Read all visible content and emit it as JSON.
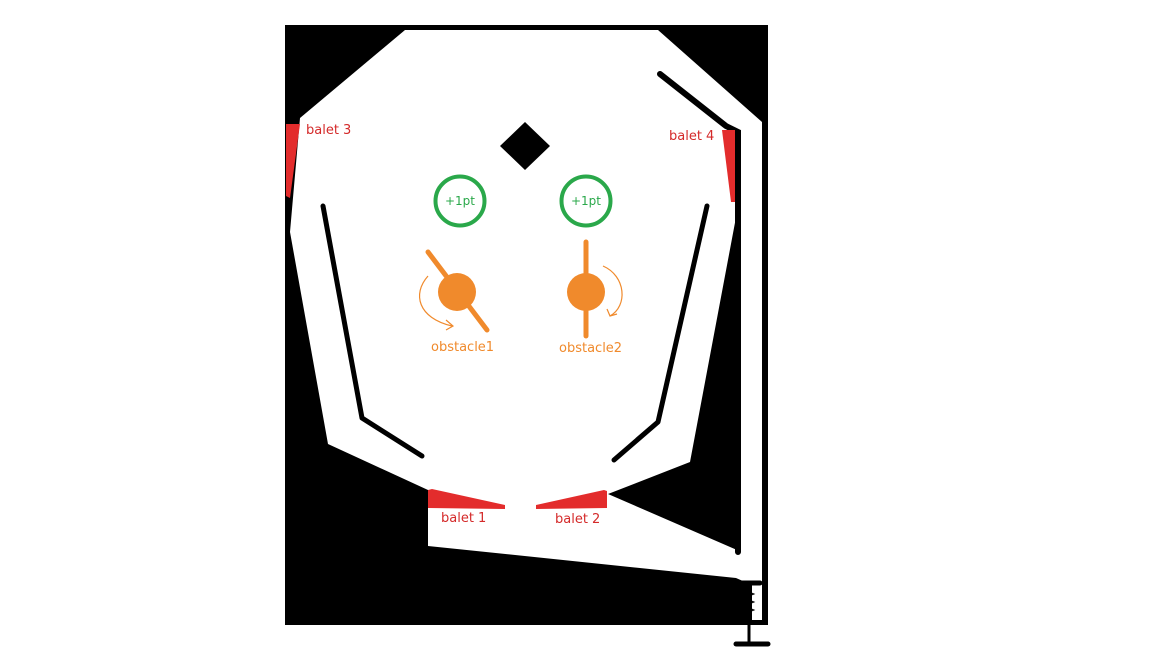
{
  "colors": {
    "board": "#000000",
    "field": "#ffffff",
    "flipper": "#e32c2c",
    "bumper_ring": "#2aa84a",
    "obstacle": "#f08a2c",
    "label_red": "#d42a2a",
    "label_orange": "#f08a2c",
    "label_green": "#2aa84a"
  },
  "flippers": {
    "balet1": {
      "label": "balet 1"
    },
    "balet2": {
      "label": "balet 2"
    },
    "balet3": {
      "label": "balet 3"
    },
    "balet4": {
      "label": "balet 4"
    }
  },
  "bumpers": {
    "left": {
      "label": "+1pt"
    },
    "right": {
      "label": "+1pt"
    }
  },
  "obstacles": {
    "obstacle1": {
      "label": "obstacle1",
      "rotation": "counter-clockwise"
    },
    "obstacle2": {
      "label": "obstacle2",
      "rotation": "clockwise"
    }
  },
  "icons": {
    "diamond": "diamond-icon",
    "spring": "plunger-spring-icon"
  }
}
